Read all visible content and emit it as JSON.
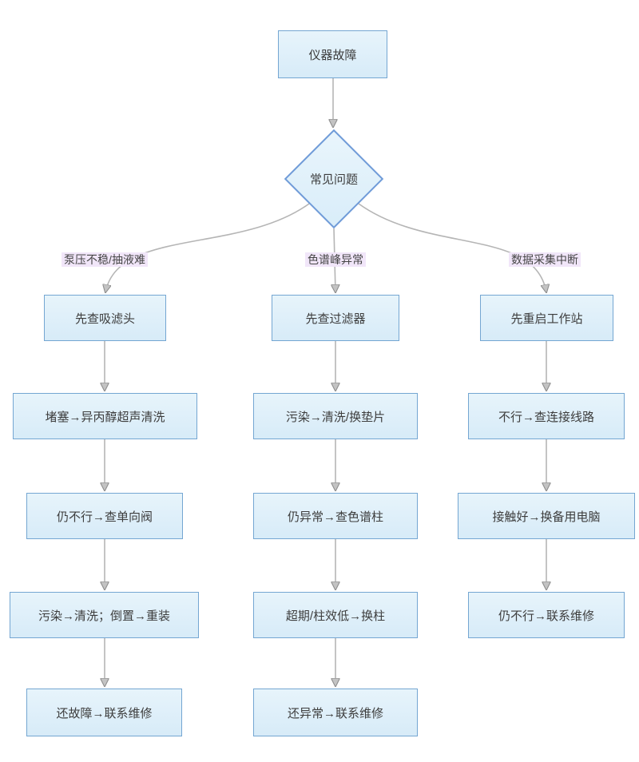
{
  "diagram": {
    "root": "仪器故障",
    "decision": "常见问题",
    "branches": [
      {
        "label": "泵压不稳/抽液难",
        "steps": [
          "先查吸滤头",
          "堵塞→异丙醇超声清洗",
          "仍不行→查单向阀",
          "污染→清洗；倒置→重装",
          "还故障→联系维修"
        ]
      },
      {
        "label": "色谱峰异常",
        "steps": [
          "先查过滤器",
          "污染→清洗/换垫片",
          "仍异常→查色谱柱",
          "超期/柱效低→换柱",
          "还异常→联系维修"
        ]
      },
      {
        "label": "数据采集中断",
        "steps": [
          "先重启工作站",
          "不行→查连接线路",
          "接触好→换备用电脑",
          "仍不行→联系维修"
        ]
      }
    ],
    "colors": {
      "node_fill": "#dcedf8",
      "node_border": "#74a6d2",
      "decision_border": "#6f9bd8",
      "edge_line": "#b5b5b5",
      "branch_label_bg": "#f1e6f9",
      "text": "#3d3d3d"
    }
  }
}
